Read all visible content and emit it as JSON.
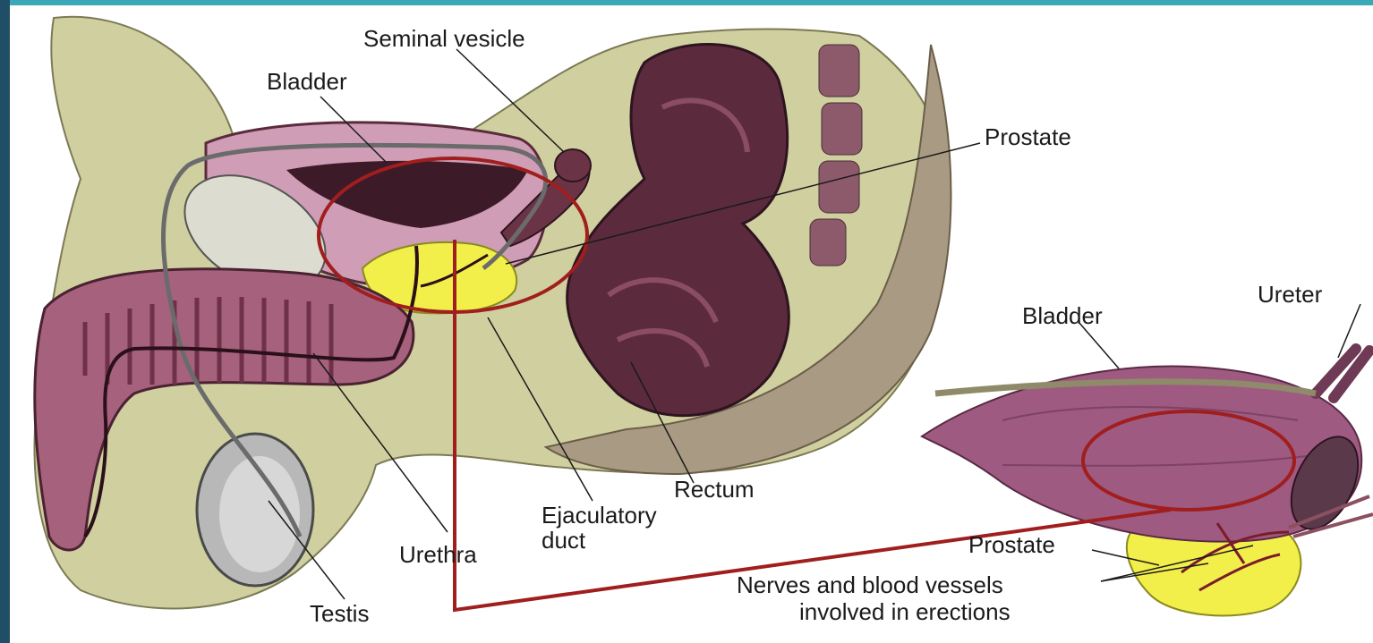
{
  "colors": {
    "frame_top": "#3aa8b8",
    "frame_left": "#1f4e66",
    "highlight": "#a01e1e",
    "prostate_yellow": "#f2ef4a",
    "bladder_pink": "#c98da8",
    "tissue_green": "#c9c99a",
    "rectum_dark": "#5a2a3c",
    "bladder_purple": "#9e5a80"
  },
  "icons": [
    "sagittal-pelvis-illustration",
    "bladder-prostate-illustration"
  ],
  "labels": {
    "seminal_vesicle": "Seminal vesicle",
    "bladder_main": "Bladder",
    "prostate_main": "Prostate",
    "rectum": "Rectum",
    "ejaculatory_line1": "Ejaculatory",
    "ejaculatory_line2": "duct",
    "urethra": "Urethra",
    "testis": "Testis",
    "bladder_inset": "Bladder",
    "ureter": "Ureter",
    "prostate_inset": "Prostate",
    "nerves_line1": "Nerves and blood vessels",
    "nerves_line2": "involved in erections"
  }
}
